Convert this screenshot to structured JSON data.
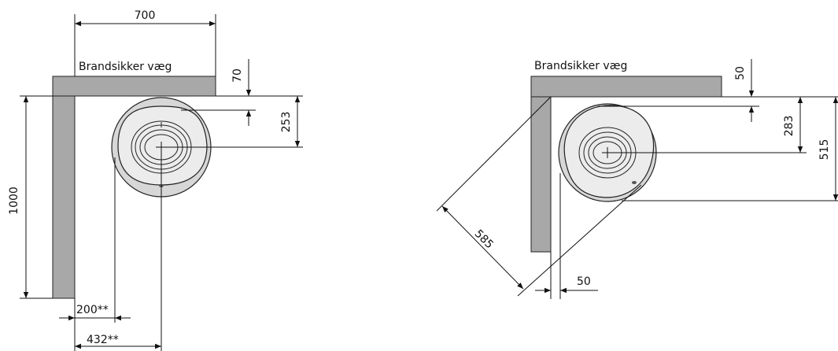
{
  "left_diagram": {
    "wall_label": "Brandsikker væg",
    "dimensions": {
      "top_width": "700",
      "wall_gap": "70",
      "center_depth": "253",
      "wall_length": "1000",
      "side_clearance": "200**",
      "center_offset": "432**"
    }
  },
  "right_diagram": {
    "wall_label": "Brandsikker væg",
    "dimensions": {
      "wall_gap_top": "50",
      "center_depth": "283",
      "overall_depth": "515",
      "diagonal": "585",
      "wall_gap_side": "50"
    }
  }
}
